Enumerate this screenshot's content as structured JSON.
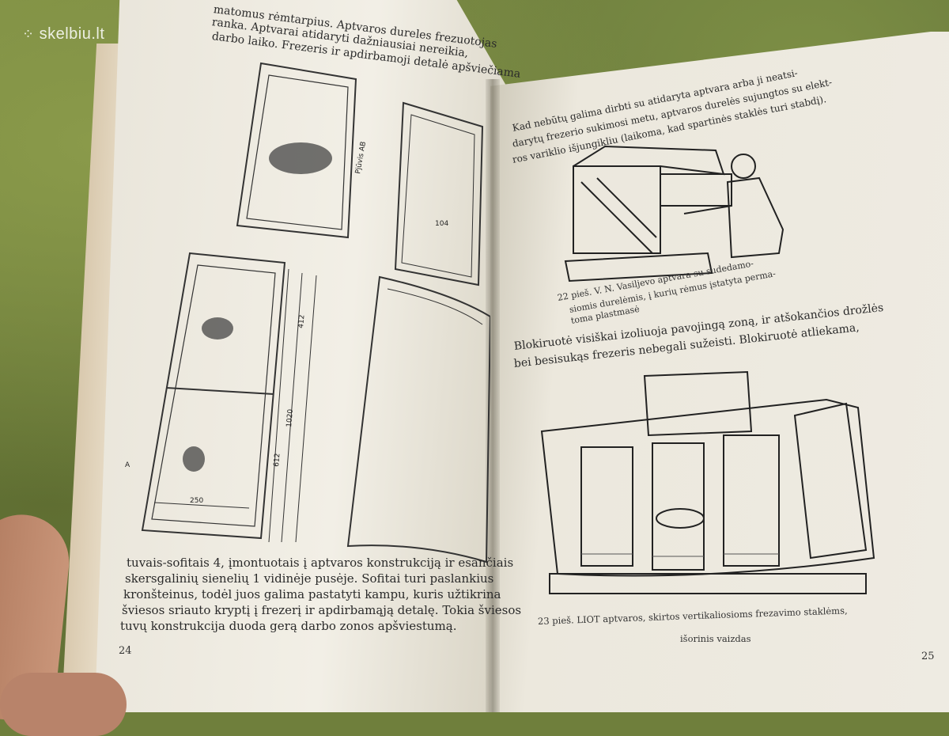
{
  "watermark": {
    "text": "skelbiu.lt",
    "icon": "dots-grid-icon"
  },
  "left_page": {
    "top_lines": [
      "matomus rėmtarpius. Aptvaros dureles frezuotojas",
      "ranka. Aptvarai atidaryti dažniausiai nereikia,",
      "darbo laiko. Frezeris ir apdirbamoji detalė apšviečiama"
    ],
    "drawing_labels": {
      "section": "Pjūvis AB",
      "dim1": "104",
      "dim2": "412",
      "dim3": "1020",
      "dim4": "612",
      "dim5": "250",
      "marker": "A"
    },
    "bottom_lines": [
      "tuvais-sofitais 4, įmontuotais į aptvaros konstrukciją ir esančiais",
      "skersgalinių sienelių 1 vidinėje pusėje. Sofitai turi paslankius",
      "kronšteinus, todėl juos galima pastatyti kampu, kuris užtikrina",
      "šviesos sriauto kryptį į frezerį ir apdirbamąją detalę. Tokia šviesos",
      "tuvų konstrukcija duoda gerą darbo zonos apšviestumą."
    ],
    "page_number": "24"
  },
  "right_page": {
    "top_lines": [
      "Kad nebūtų galima dirbti su atidaryta aptvara arba ji neatsi-",
      "darytų frezerio sukimosi metu, aptvaros durelės sujungtos su elekt-",
      "ros variklio išjungikliu (laikoma, kad spartinės staklės turi stabdį)."
    ],
    "caption22": [
      "22 pieš. V. N. Vasiljevo aptvara su sudedamo-",
      "siomis durelėmis, į kurių rėmus įstatyta perma-",
      "toma plastmasė"
    ],
    "middle_lines": [
      "Blokiruotė visiškai izoliuoja pavojingą zoną, ir atšokančios drožlės",
      "bei besisukąs frezeris nebegali sužeisti. Blokiruotė atliekama,"
    ],
    "caption23": [
      "23 pieš. LIOT aptvaros, skirtos vertikaliosioms frezavimo staklėms,",
      "išorinis vaizdas"
    ],
    "page_number": "25"
  },
  "colors": {
    "cloth": "#6f7f3c",
    "paper": "#eeebe2",
    "ink": "#2a2a2a"
  }
}
